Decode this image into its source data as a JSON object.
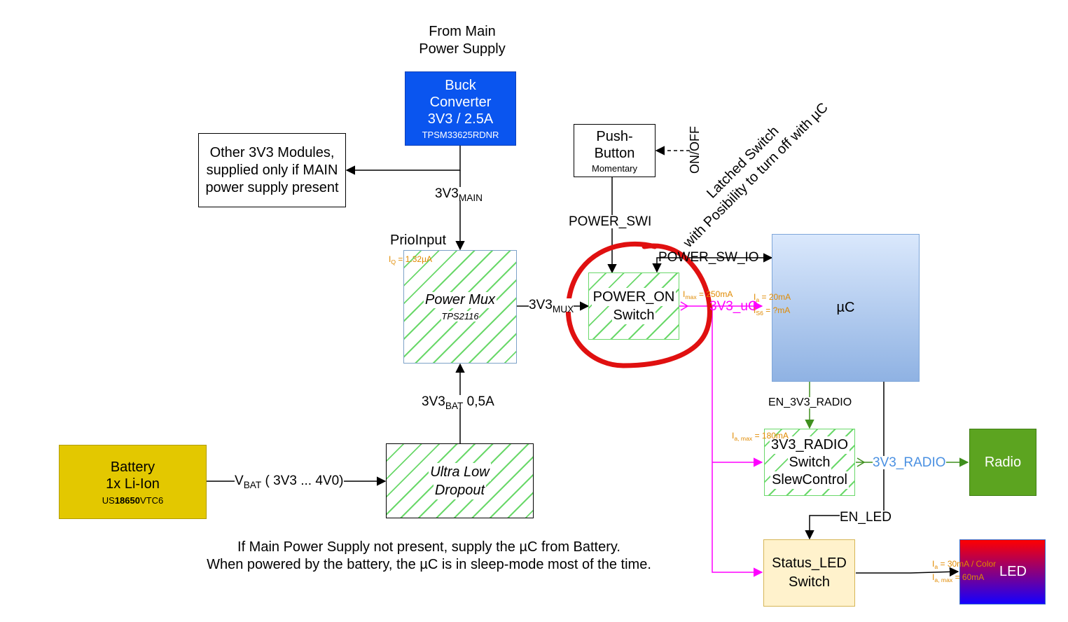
{
  "header": {
    "line1": "From Main",
    "line2": "Power Supply"
  },
  "colors": {
    "buck_fill": "#0a55ef",
    "battery_fill": "#e3c800",
    "radio_fill": "#5ca420",
    "uc_top": "#dae8fc",
    "uc_bottom": "#8fb2e3",
    "status_fill": "#fff2cc",
    "magenta": "#ff00ff",
    "green_wire": "#3f8f1e",
    "radio_wire": "#4a90e2",
    "highlight_red": "#e01010",
    "annotation_orange": "#e08a00"
  },
  "buck": {
    "l1": "Buck",
    "l2": "Converter",
    "l3": "3V3 / 2.5A",
    "part": "TPSM33625RDNR"
  },
  "other_modules": {
    "l1": "Other 3V3 Modules,",
    "l2": "supplied only if MAIN",
    "l3": "power supply present"
  },
  "net_main": {
    "base": "3V3",
    "sub": "MAIN"
  },
  "prio_input": "PrioInput",
  "power_mux": {
    "iq_base": "I",
    "iq_sub": "Q",
    "iq_val": " = 1.32µA",
    "title": "Power Mux",
    "part": "TPS2116"
  },
  "net_mux": {
    "base": "3V3",
    "sub": "MUX"
  },
  "net_bat": {
    "base": "3V3",
    "sub": "BAT",
    "rest": " 0,5A"
  },
  "ldo": {
    "l1": "Ultra Low",
    "l2": "Dropout"
  },
  "battery": {
    "l1": "Battery",
    "l2": "1x Li-Ion",
    "part_pre": "US",
    "part_bold": "18650",
    "part_post": "VTC6"
  },
  "net_vbat": {
    "base": "V",
    "sub": "BAT",
    "rest": " ( 3V3 ... 4V0)"
  },
  "footnote": {
    "l1": "If Main Power Supply not present, supply the µC from Battery.",
    "l2": "When powered by the battery, the µC is in sleep-mode most of the time."
  },
  "push_button": {
    "l1": "Push-",
    "l2": "Button",
    "l3": "Momentary"
  },
  "on_off": "ON/OFF",
  "latched_note": {
    "l1": "Latched Switch",
    "l2": "with Posibility to turn off with µC"
  },
  "power_swi": "POWER_SWI",
  "power_sw_io": "POWER_SW_IO",
  "power_on_switch": {
    "l1": "POWER_ON",
    "l2": "Switch"
  },
  "imax_poweron": {
    "base": "I",
    "sub": "max",
    "val": " = 250mA"
  },
  "net_3v3_uc": "3V3_uC",
  "uc": {
    "label": "µC",
    "ia_base": "I",
    "ia_sub": "a",
    "ia_val": " = 20mA",
    "is_base": "I",
    "is_sub": "S6",
    "is_val": " = ?mA"
  },
  "en_radio": "EN_3V3_RADIO",
  "radio_switch": {
    "l1": "3V3_RADIO",
    "l2": "Switch",
    "l3": "SlewControl",
    "ia_base": "I",
    "ia_sub": "a, max",
    "ia_val": " = 180mA"
  },
  "net_3v3_radio": "3V3_RADIO",
  "radio": "Radio",
  "en_led": "EN_LED",
  "status_led": {
    "l1": "Status_LED",
    "l2": "Switch"
  },
  "led": {
    "label": "LED",
    "ia_base": "I",
    "ia_sub": "a",
    "ia_val": " = 30mA / Color",
    "imax_base": "I",
    "imax_sub": "a, max",
    "imax_val": " = 60mA"
  }
}
